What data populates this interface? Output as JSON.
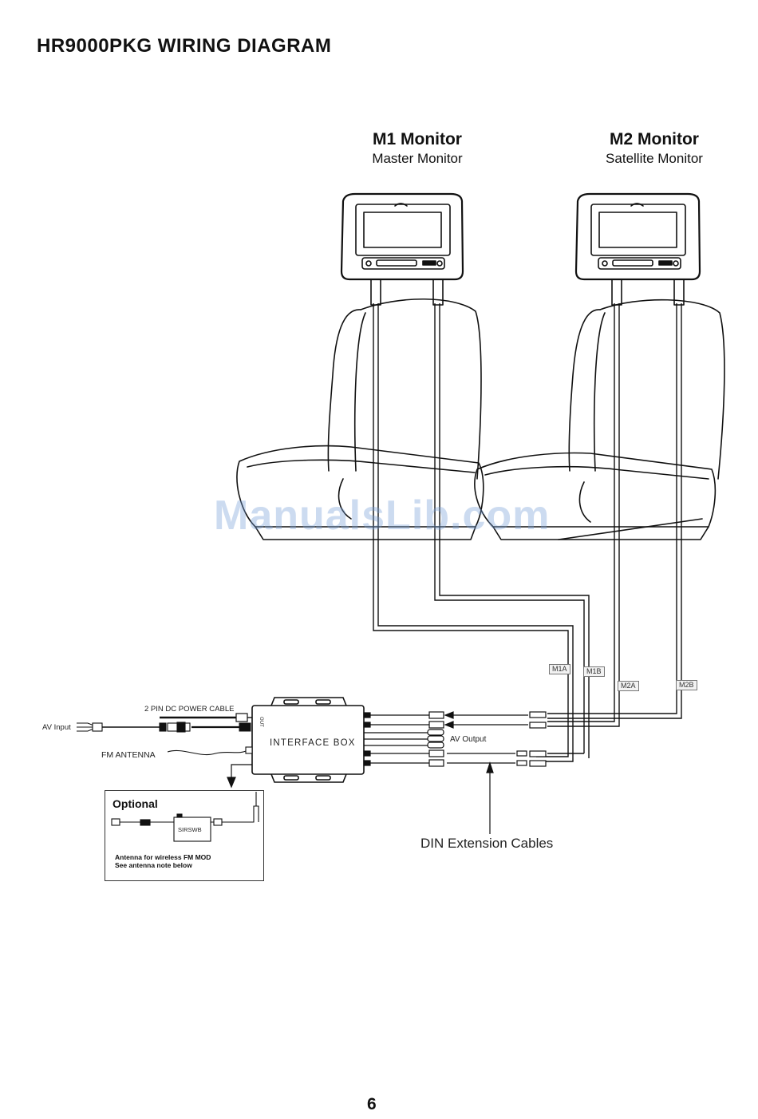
{
  "page": {
    "title": "HR9000PKG WIRING DIAGRAM",
    "page_number": "6",
    "watermark": "ManualsLib.com"
  },
  "monitors": [
    {
      "title": "M1 Monitor",
      "subtitle": "Master Monitor"
    },
    {
      "title": "M2 Monitor",
      "subtitle": "Satellite Monitor"
    }
  ],
  "cable_tags": [
    "M1A",
    "M1B",
    "M2A",
    "M2B"
  ],
  "labels": {
    "power_cable": "2 PIN DC POWER CABLE",
    "av_input": "AV Input",
    "fm_antenna": "FM ANTENNA",
    "interface_box": "INTERFACE BOX",
    "av_output": "AV Output",
    "din_cables": "DIN Extension Cables"
  },
  "optional": {
    "title": "Optional",
    "module": "SIRSWB",
    "note_line1": "Antenna for wireless FM MOD",
    "note_line2": "See antenna note below"
  }
}
